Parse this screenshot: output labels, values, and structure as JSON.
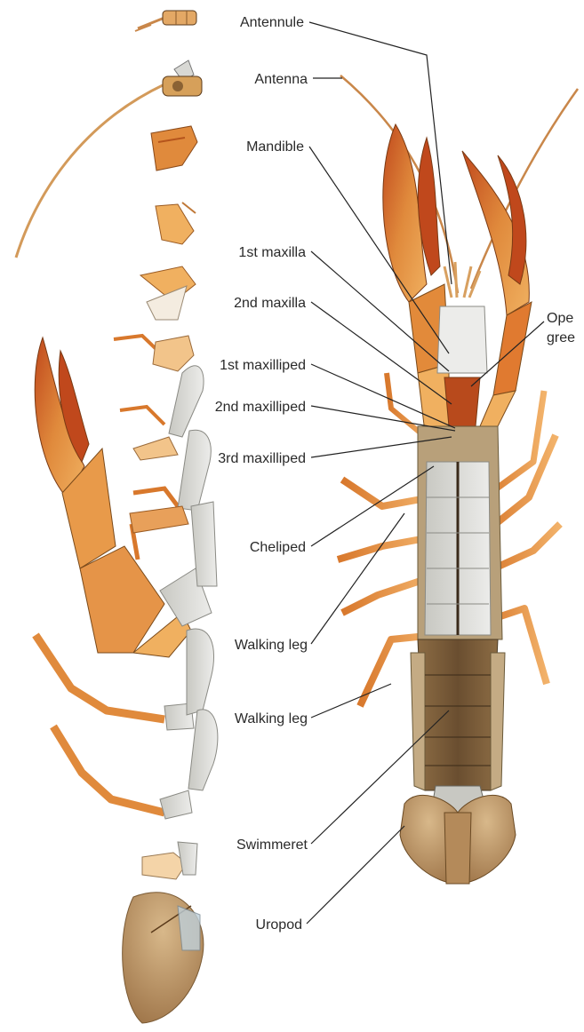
{
  "labels": {
    "antennule": "Antennule",
    "antenna": "Antenna",
    "mandible": "Mandible",
    "maxilla1": "1st maxilla",
    "maxilla2": "2nd maxilla",
    "maxilliped1": "1st maxilliped",
    "maxilliped2": "2nd maxilliped",
    "maxilliped3": "3rd maxilliped",
    "cheliped": "Cheliped",
    "walking_leg_1": "Walking leg",
    "walking_leg_2": "Walking leg",
    "swimmeret": "Swimmeret",
    "uropod": "Uropod",
    "gland_line1": "Ope",
    "gland_line2": "gree"
  },
  "colors": {
    "orange_light": "#f0b060",
    "orange": "#e08a3c",
    "orange_dark": "#b5541c",
    "red_claw": "#c0481c",
    "grey_white": "#dcdcd6",
    "grey": "#b8b8b0",
    "brown": "#9c7c52",
    "tail_brown": "#c49a6a",
    "line": "#222222"
  }
}
